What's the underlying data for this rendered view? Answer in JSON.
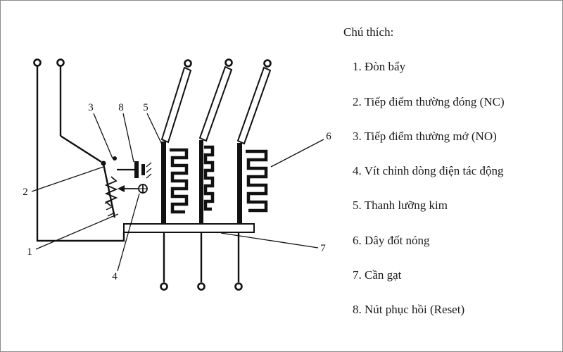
{
  "legend": {
    "title": "Chú thích:",
    "items": [
      "1. Đòn bẩy",
      "2. Tiếp điểm thường đóng (NC)",
      "3. Tiếp điểm thường mở (NO)",
      "4. Vít chỉnh dòng điện tác động",
      "5. Thanh lưỡng kim",
      "6. Dây đốt nóng",
      "7. Cần gạt",
      "8. Nút phục hồi (Reset)"
    ]
  },
  "diagram": {
    "callouts": [
      "1",
      "2",
      "3",
      "4",
      "5",
      "6",
      "7",
      "8"
    ],
    "line_color": "#111111"
  }
}
